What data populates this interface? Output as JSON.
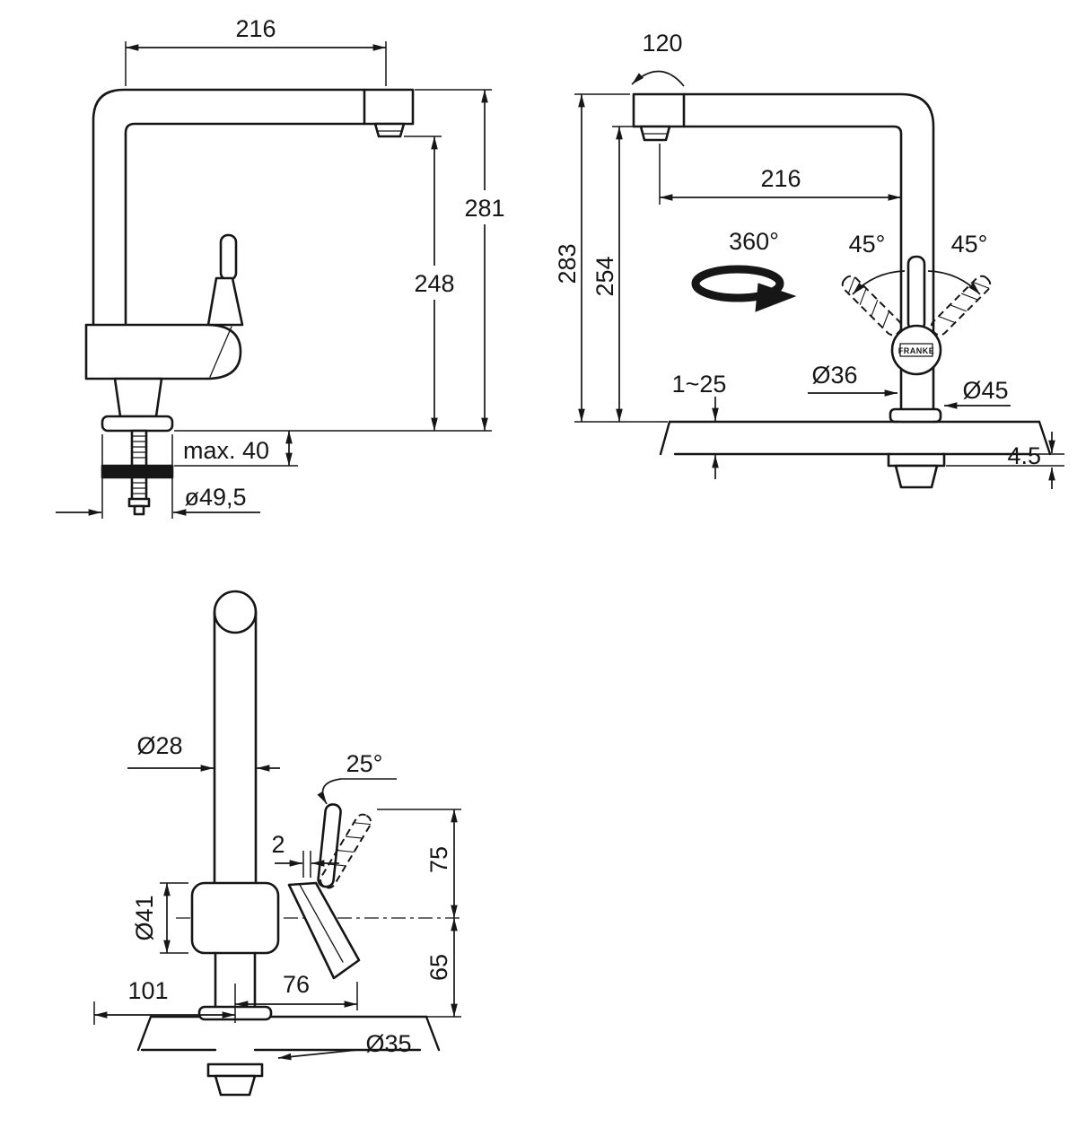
{
  "page": {
    "background": "#ffffff",
    "ink": "#161616"
  },
  "views": {
    "side": {
      "name": "side-view",
      "dims": {
        "reach": "216",
        "total_height": "281",
        "spout_height": "248",
        "deck_max": "max. 40",
        "hole_diameter": "ø49,5"
      }
    },
    "front": {
      "name": "front-view",
      "dims": {
        "spout_swivel": "120",
        "reach": "216",
        "total_height": "283",
        "spout_height": "254",
        "swivel_range": "360°",
        "lever_left": "45°",
        "lever_right": "45°",
        "deck_range": "1~25",
        "shank_diameter": "Ø36",
        "base_diameter": "Ø45",
        "plate_thickness": "4.5",
        "brand": "FRANKE"
      }
    },
    "profile": {
      "name": "profile-view",
      "dims": {
        "pipe_diameter": "Ø28",
        "lever_angle": "25°",
        "lever_offset": "2",
        "lever_height": "75",
        "body_diameter": "Ø41",
        "body_to_deck": "65",
        "base_depth": "101",
        "lever_reach": "76",
        "hole_diameter": "Ø35"
      }
    }
  }
}
